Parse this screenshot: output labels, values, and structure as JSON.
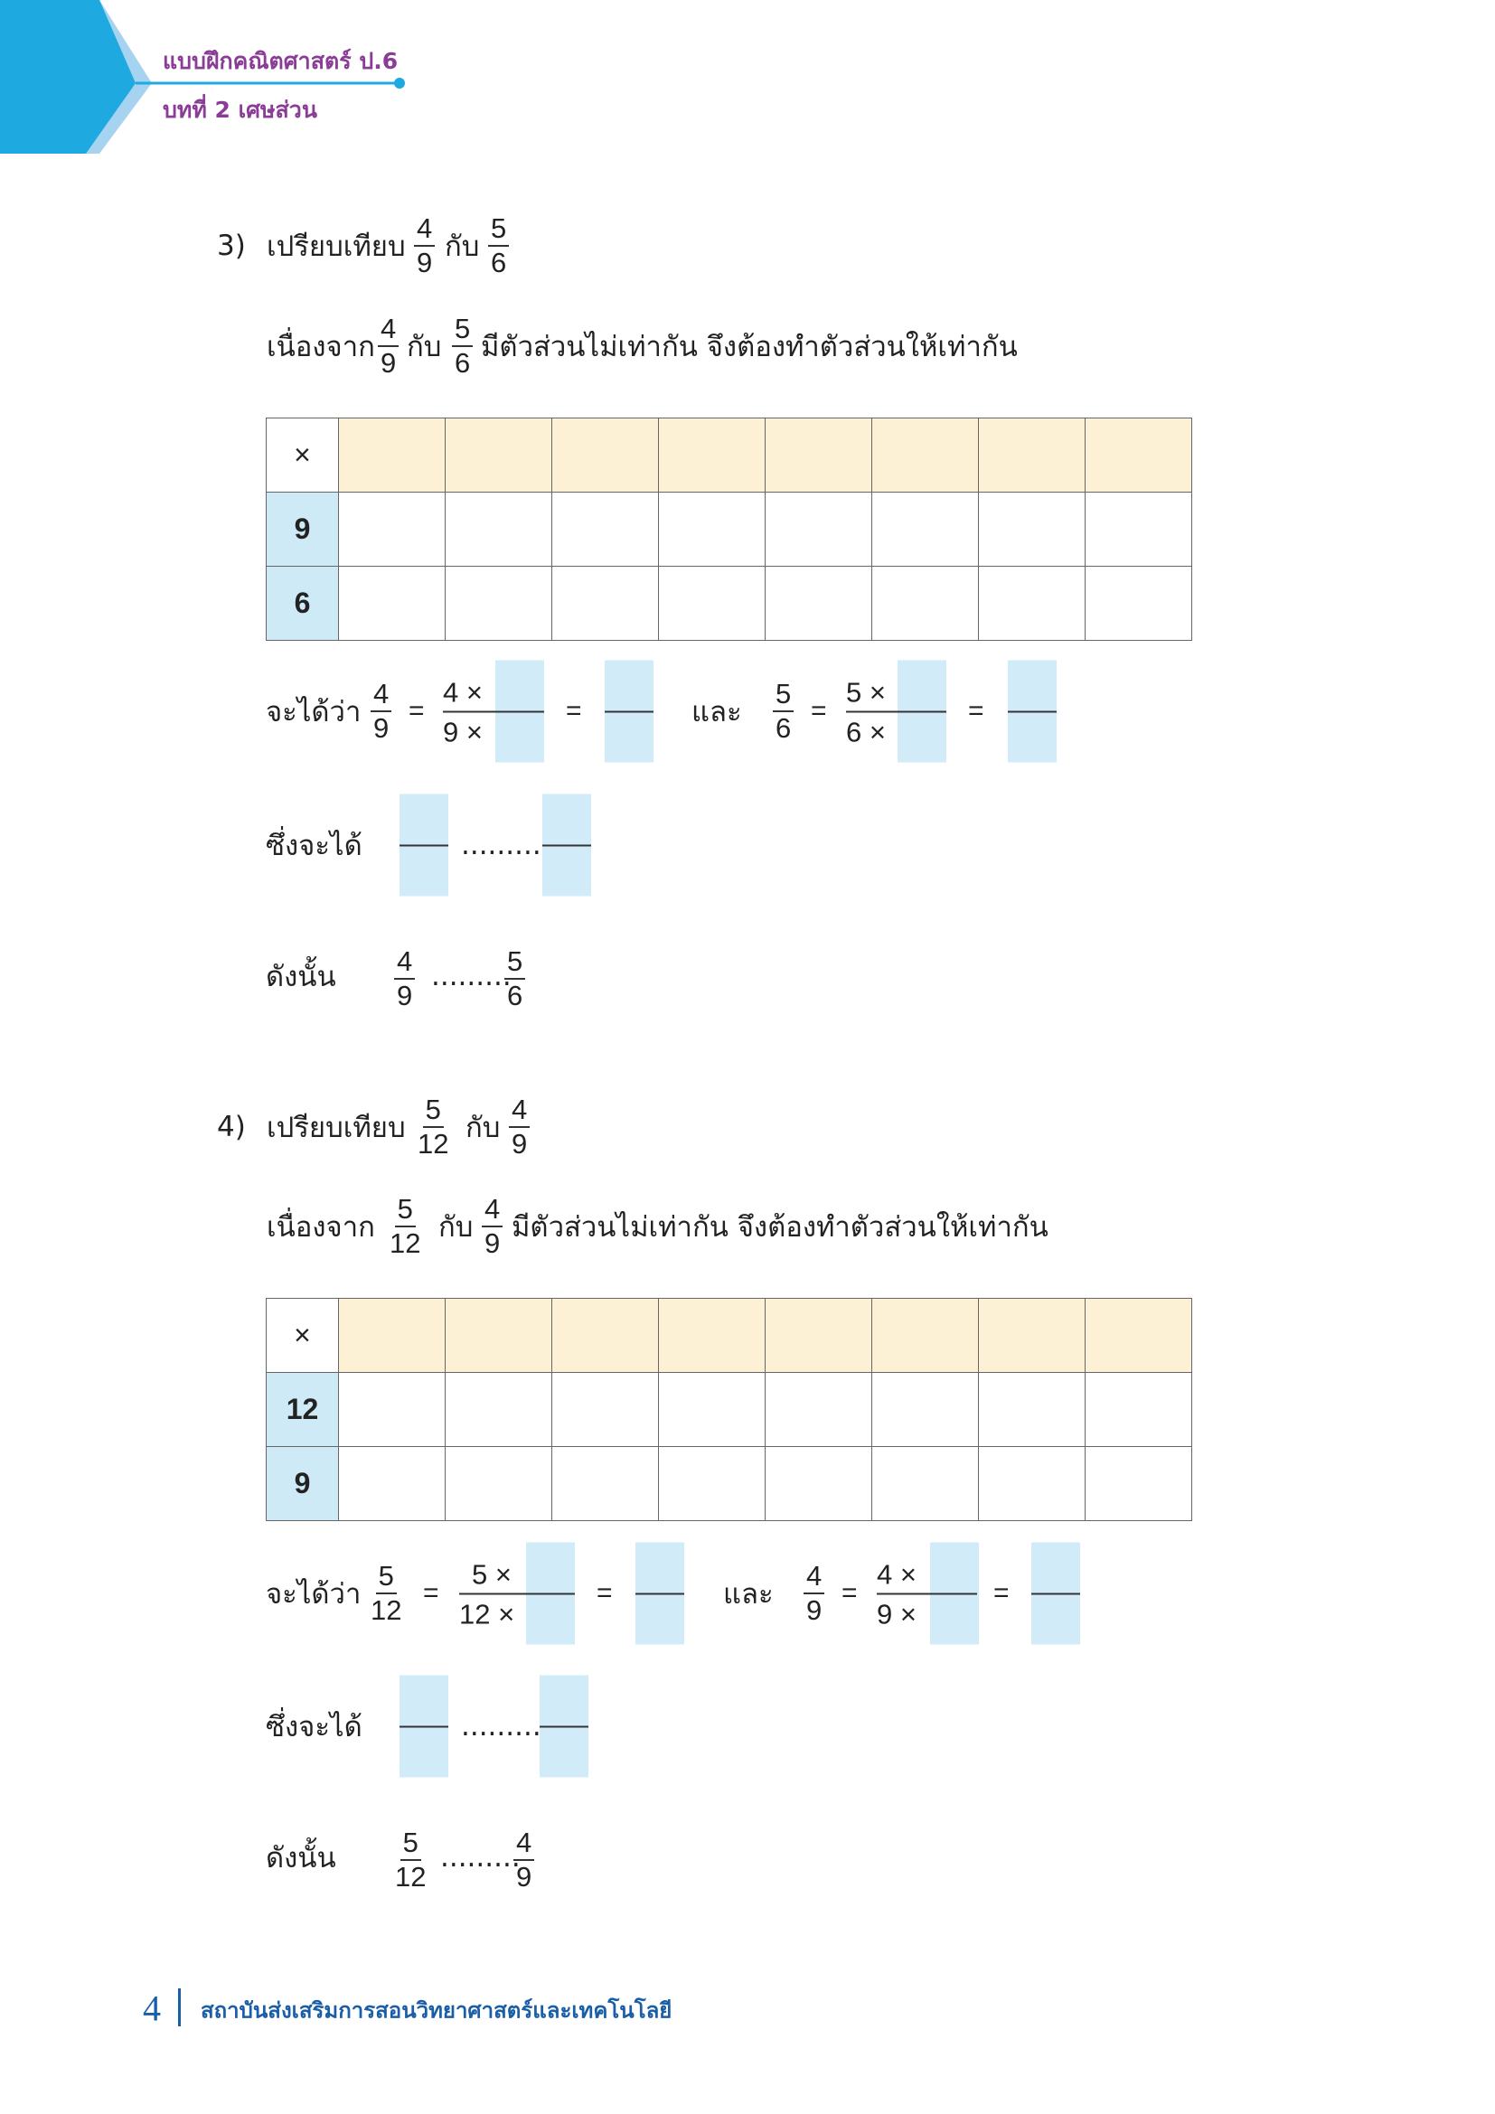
{
  "header": {
    "book": "แบบฝึกคณิตศาสตร์ ป.6",
    "chapter": "บทที่ 2  เศษส่วน"
  },
  "labels": {
    "compare": "เปรียบเทียบ",
    "with": "กับ",
    "because": "เนื่องจาก",
    "not_equal_text": "มีตัวส่วนไม่เท่ากัน จึงต้องทำตัวส่วนให้เท่ากัน",
    "get": "จะได้ว่า",
    "and": "และ",
    "which_gives": "ซึ่งจะได้",
    "therefore": "ดังนั้น",
    "eq": "=",
    "dots": ".........",
    "times": "×"
  },
  "q3": {
    "number": "3)",
    "a": {
      "n": "4",
      "d": "9"
    },
    "b": {
      "n": "5",
      "d": "6"
    },
    "a_mul": {
      "n": "4 ×",
      "d": "9 ×"
    },
    "b_mul": {
      "n": "5 ×",
      "d": "6 ×"
    },
    "table_rows": [
      "9",
      "6"
    ]
  },
  "q4": {
    "number": "4)",
    "a": {
      "n": "5",
      "d": "12"
    },
    "b": {
      "n": "4",
      "d": "9"
    },
    "a_mul": {
      "n": "5 ×",
      "d": "12 ×"
    },
    "b_mul": {
      "n": "4 ×",
      "d": "9 ×"
    },
    "table_rows": [
      "12",
      "9"
    ]
  },
  "footer": {
    "page": "4",
    "institute": "สถาบันส่งเสริมการสอนวิทยาศาสตร์และเทคโนโลยี"
  },
  "colors": {
    "purple": "#8a3c96",
    "blue": "#1fa9e1",
    "footer_blue": "#1a5ea8"
  }
}
